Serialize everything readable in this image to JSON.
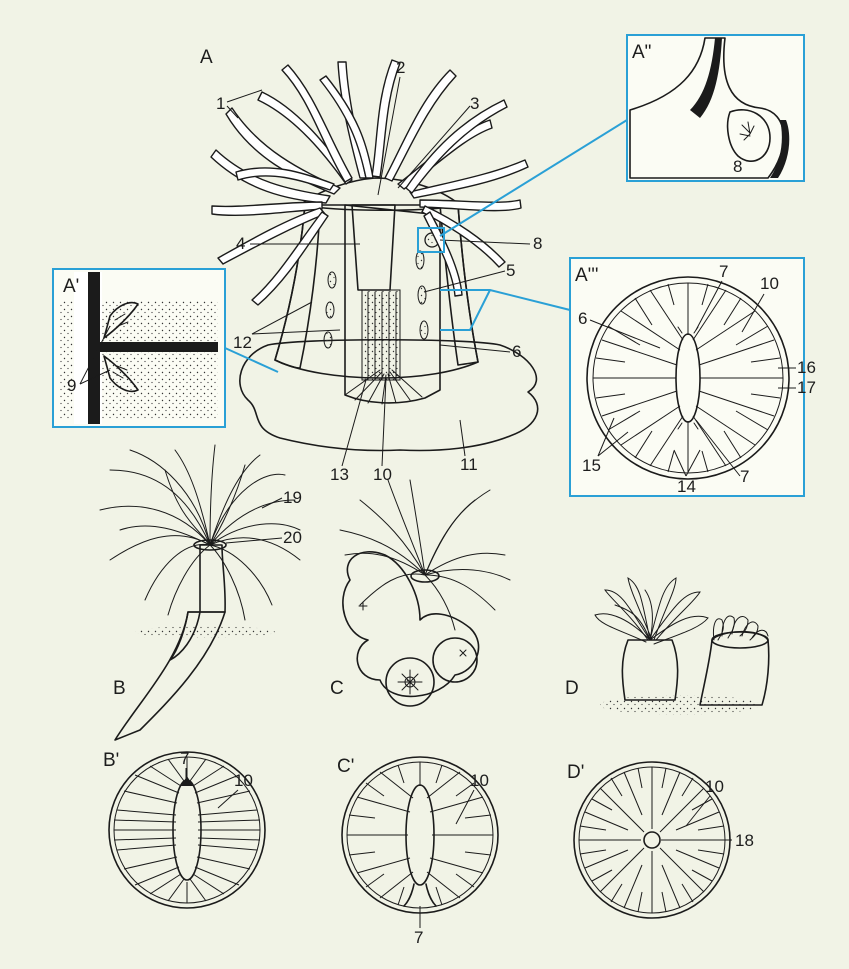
{
  "panels": {
    "A": "A",
    "A1": "A'",
    "A2": "A\"",
    "A3": "A'''",
    "B": "B",
    "B1": "B'",
    "C": "C",
    "C1": "C'",
    "D": "D",
    "D1": "D'"
  },
  "labels": {
    "A": [
      "1",
      "2",
      "3",
      "4",
      "5",
      "6",
      "8",
      "10",
      "11",
      "12",
      "13"
    ],
    "A1": [
      "9"
    ],
    "A2": [
      "8"
    ],
    "A3": [
      "6",
      "7",
      "10",
      "16",
      "17",
      "15",
      "14",
      "7"
    ],
    "B": [
      "19",
      "20"
    ],
    "B1": [
      "7",
      "10"
    ],
    "C1": [
      "10",
      "7"
    ],
    "D1": [
      "10",
      "18"
    ]
  },
  "colors": {
    "background": "#f1f3e6",
    "ink": "#1b1b1b",
    "callout": "#2aa0d6"
  }
}
